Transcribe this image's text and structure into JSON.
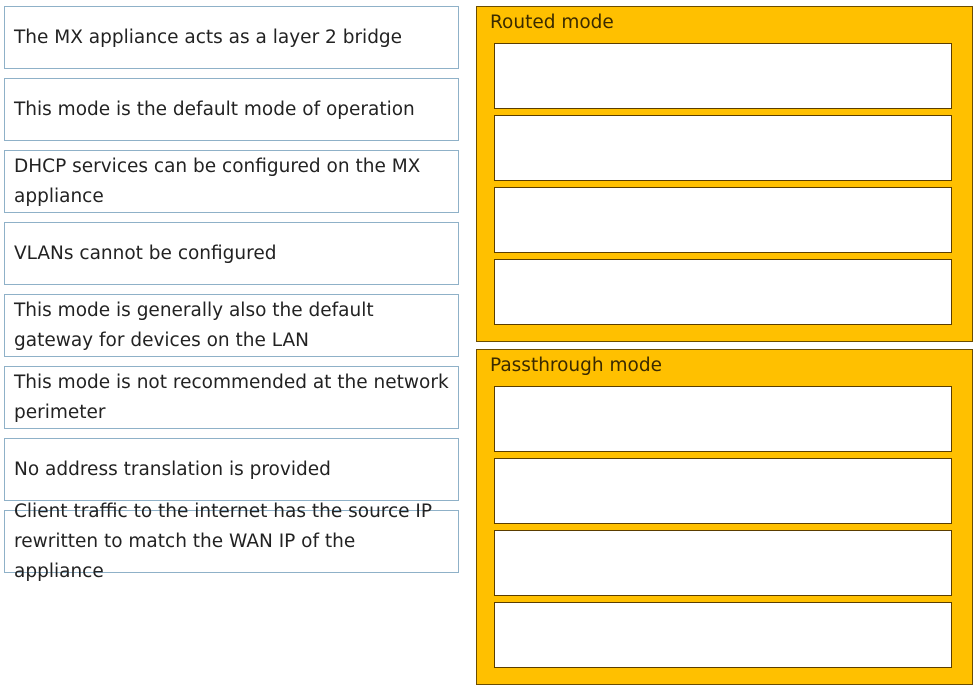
{
  "items": [
    "The MX appliance acts as a layer 2 bridge",
    "This mode is the default mode of operation",
    "DHCP services can be configured on the MX appliance",
    "VLANs cannot be configured",
    "This mode is generally also the default gateway for devices on the LAN",
    "This mode is not recommended at the network perimeter",
    "No address translation is provided",
    "Client traffic to the internet has the source IP rewritten to match the WAN IP of the appliance"
  ],
  "targets": [
    {
      "title": "Routed mode",
      "slots": 4
    },
    {
      "title": "Passthrough mode",
      "slots": 4
    }
  ],
  "colors": {
    "panel": "#ffc000",
    "item_border": "#8fb1c8"
  }
}
